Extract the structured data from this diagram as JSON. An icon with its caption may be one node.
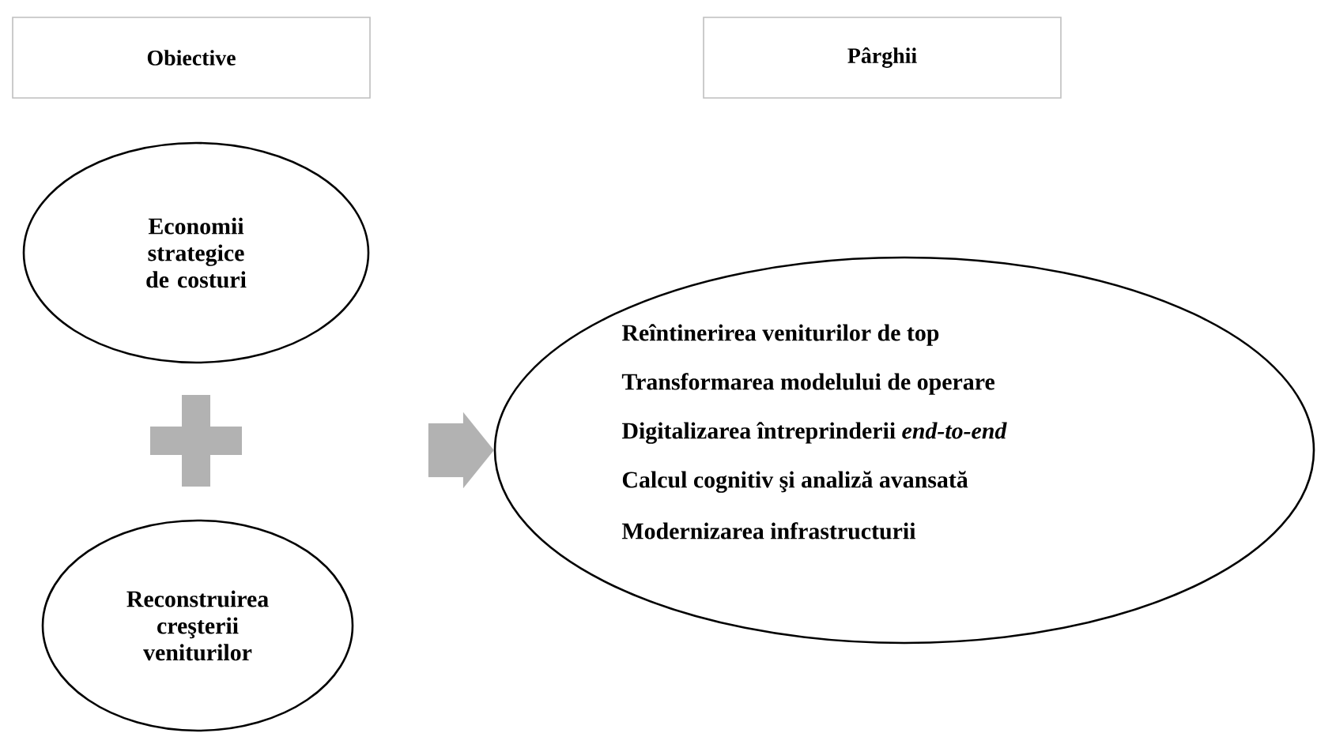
{
  "diagram": {
    "nodes": [
      {
        "text": [
          "Obiective"
        ]
      },
      {
        "text": [
          "Pârghii"
        ]
      },
      {
        "text": [
          "Economii strategice de costuri"
        ]
      },
      {
        "text": [
          "Reconstruirea creşterii veniturilor"
        ]
      },
      {
        "text": [
          "Reîntinerirea veniturilor de top",
          "Transformarea modelului de operare",
          "Digitalizarea întreprinderii *end-to-end*",
          "Calcul cognitiv şi analiză avansată",
          "Modernizarea infrastructurii"
        ]
      }
    ],
    "edges": [
      {
        "from": null,
        "to": 4,
        "arrow": "to"
      }
    ]
  }
}
